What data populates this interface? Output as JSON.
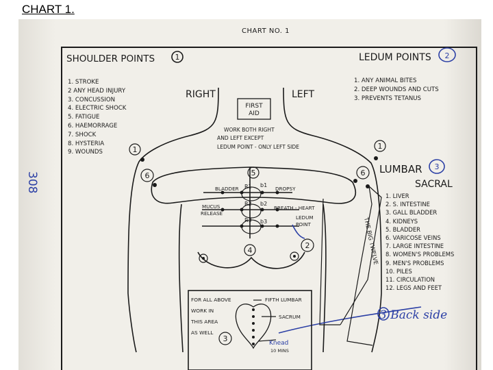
{
  "slide": {
    "title": "CHART 1."
  },
  "chart": {
    "header": "CHART NO. 1",
    "shoulder": {
      "title": "SHOULDER POINTS",
      "number": "1",
      "items": [
        "1. STROKE",
        "2 ANY HEAD INJURY",
        "3. CONCUSSION",
        "4. ELECTRIC SHOCK",
        "5. FATIGUE",
        "6. HAEMORRAGE",
        "7. SHOCK",
        "8. HYSTERIA",
        "9. WOUNDS"
      ]
    },
    "ledum": {
      "title": "LEDUM POINTS",
      "number": "2",
      "items": [
        "1. ANY ANIMAL BITES",
        "2. DEEP WOUNDS AND CUTS",
        "3. PREVENTS TETANUS"
      ]
    },
    "lumbar": {
      "title": "LUMBAR",
      "number": "3",
      "subtitle": "SACRAL",
      "items": [
        "1. LIVER",
        "2. S. INTESTINE",
        "3. GALL BLADDER",
        "4. KIDNEYS",
        "5. BLADDER",
        "6. VARICOSE VEINS",
        "7. LARGE INTESTINE",
        "8. WOMEN'S PROBLEMS",
        "9. MEN'S PROBLEMS",
        "10. PILES",
        "11. CIRCULATION",
        "12. LEGS AND FEET"
      ]
    },
    "sides": {
      "right": "RIGHT",
      "left": "LEFT"
    },
    "first_aid": [
      "FIRST",
      "AID"
    ],
    "note": [
      "WORK BOTH RIGHT",
      "AND LEFT EXCEPT",
      "LEDUM POINT - ONLY LEFT SIDE"
    ],
    "body_labels": {
      "bladder": "BLADDER",
      "dropsy": "DROPSY",
      "mucus": [
        "MUCUS",
        "RELEASE"
      ],
      "breath_heart": "BREATH - HEART",
      "ledum_point": [
        "LEDUM",
        "POINT"
      ],
      "r1": "R1",
      "r2": "R2",
      "r3": "R3",
      "b1": "b1",
      "b2": "b2",
      "b3": "b3",
      "circle_5": "5",
      "circle_6_left": "6",
      "circle_6_right": "6",
      "circle_4": "4",
      "circle_2": "2",
      "circle_1_left": "1",
      "circle_1_right": "1",
      "circle_3": "3"
    },
    "big_twelve": "THE BIG TWELVE",
    "lumbar_box": {
      "lines": [
        "FOR ALL ABOVE",
        "WORK IN",
        "THIS AREA",
        "AS WELL"
      ],
      "fifth_lumbar": "FIFTH LUMBAR",
      "sacrum": "SACRUM",
      "knead": [
        "Knead",
        "10 MINS"
      ]
    },
    "handwritten": {
      "back_side": "3 Back side",
      "margin_number": "308"
    }
  },
  "colors": {
    "ink": "#1a1a1a",
    "pen_blue": "#2b3fa5",
    "paper": "#f1efe9"
  }
}
